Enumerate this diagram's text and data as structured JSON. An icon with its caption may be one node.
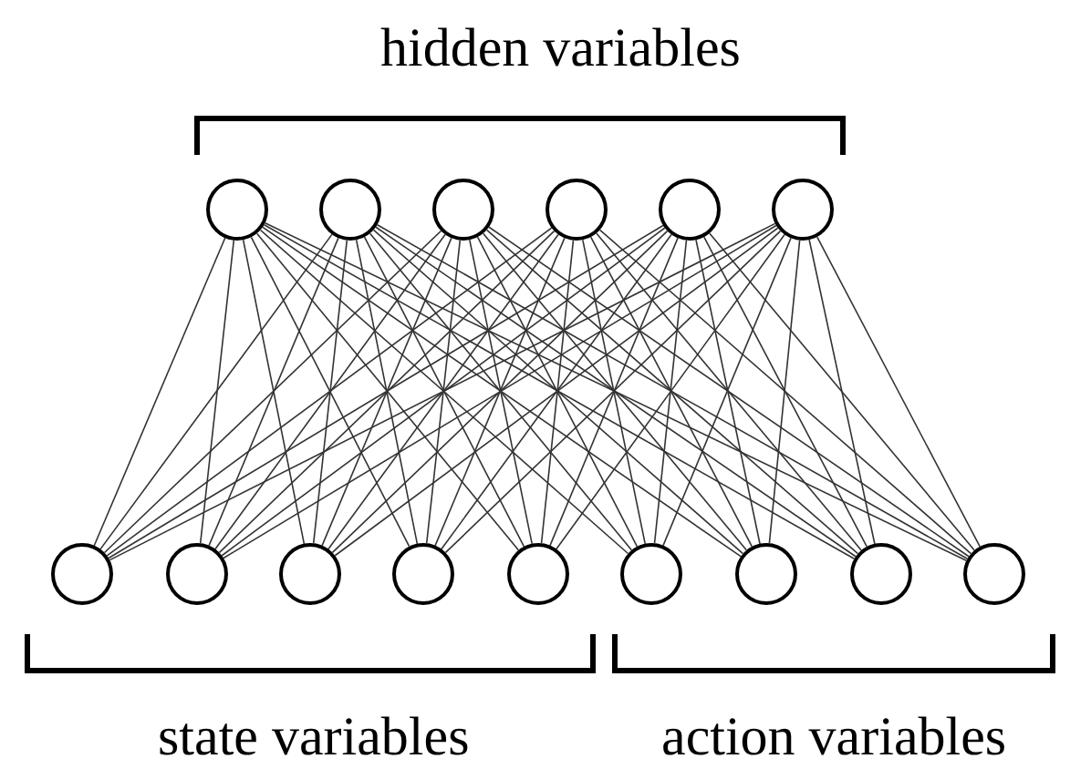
{
  "diagram": {
    "nodes": [
      {
        "text": [],
        "shape": "circle"
      },
      {
        "text": [],
        "shape": "circle"
      },
      {
        "text": [],
        "shape": "circle"
      },
      {
        "text": [],
        "shape": "circle"
      },
      {
        "text": [],
        "shape": "circle"
      },
      {
        "text": [],
        "shape": "circle"
      },
      {
        "text": [],
        "shape": "circle"
      },
      {
        "text": [],
        "shape": "circle"
      },
      {
        "text": [],
        "shape": "circle"
      },
      {
        "text": [],
        "shape": "circle"
      },
      {
        "text": [],
        "shape": "circle"
      },
      {
        "text": [],
        "shape": "circle"
      },
      {
        "text": [],
        "shape": "circle"
      },
      {
        "text": [],
        "shape": "circle"
      },
      {
        "text": [],
        "shape": "circle"
      }
    ],
    "edges": [
      {
        "from": 0,
        "to": 6,
        "arrow": "none"
      },
      {
        "from": 0,
        "to": 7,
        "arrow": "none"
      },
      {
        "from": 0,
        "to": 8,
        "arrow": "none"
      },
      {
        "from": 0,
        "to": 9,
        "arrow": "none"
      },
      {
        "from": 0,
        "to": 10,
        "arrow": "none"
      },
      {
        "from": 0,
        "to": 11,
        "arrow": "none"
      },
      {
        "from": 0,
        "to": 12,
        "arrow": "none"
      },
      {
        "from": 0,
        "to": 13,
        "arrow": "none"
      },
      {
        "from": 0,
        "to": 14,
        "arrow": "none"
      },
      {
        "from": 1,
        "to": 6,
        "arrow": "none"
      },
      {
        "from": 1,
        "to": 7,
        "arrow": "none"
      },
      {
        "from": 1,
        "to": 8,
        "arrow": "none"
      },
      {
        "from": 1,
        "to": 9,
        "arrow": "none"
      },
      {
        "from": 1,
        "to": 10,
        "arrow": "none"
      },
      {
        "from": 1,
        "to": 11,
        "arrow": "none"
      },
      {
        "from": 1,
        "to": 12,
        "arrow": "none"
      },
      {
        "from": 1,
        "to": 13,
        "arrow": "none"
      },
      {
        "from": 1,
        "to": 14,
        "arrow": "none"
      },
      {
        "from": 2,
        "to": 6,
        "arrow": "none"
      },
      {
        "from": 2,
        "to": 7,
        "arrow": "none"
      },
      {
        "from": 2,
        "to": 8,
        "arrow": "none"
      },
      {
        "from": 2,
        "to": 9,
        "arrow": "none"
      },
      {
        "from": 2,
        "to": 10,
        "arrow": "none"
      },
      {
        "from": 2,
        "to": 11,
        "arrow": "none"
      },
      {
        "from": 2,
        "to": 12,
        "arrow": "none"
      },
      {
        "from": 2,
        "to": 13,
        "arrow": "none"
      },
      {
        "from": 2,
        "to": 14,
        "arrow": "none"
      },
      {
        "from": 3,
        "to": 6,
        "arrow": "none"
      },
      {
        "from": 3,
        "to": 7,
        "arrow": "none"
      },
      {
        "from": 3,
        "to": 8,
        "arrow": "none"
      },
      {
        "from": 3,
        "to": 9,
        "arrow": "none"
      },
      {
        "from": 3,
        "to": 10,
        "arrow": "none"
      },
      {
        "from": 3,
        "to": 11,
        "arrow": "none"
      },
      {
        "from": 3,
        "to": 12,
        "arrow": "none"
      },
      {
        "from": 3,
        "to": 13,
        "arrow": "none"
      },
      {
        "from": 3,
        "to": 14,
        "arrow": "none"
      },
      {
        "from": 4,
        "to": 6,
        "arrow": "none"
      },
      {
        "from": 4,
        "to": 7,
        "arrow": "none"
      },
      {
        "from": 4,
        "to": 8,
        "arrow": "none"
      },
      {
        "from": 4,
        "to": 9,
        "arrow": "none"
      },
      {
        "from": 4,
        "to": 10,
        "arrow": "none"
      },
      {
        "from": 4,
        "to": 11,
        "arrow": "none"
      },
      {
        "from": 4,
        "to": 12,
        "arrow": "none"
      },
      {
        "from": 4,
        "to": 13,
        "arrow": "none"
      },
      {
        "from": 4,
        "to": 14,
        "arrow": "none"
      },
      {
        "from": 5,
        "to": 6,
        "arrow": "none"
      },
      {
        "from": 5,
        "to": 7,
        "arrow": "none"
      },
      {
        "from": 5,
        "to": 8,
        "arrow": "none"
      },
      {
        "from": 5,
        "to": 9,
        "arrow": "none"
      },
      {
        "from": 5,
        "to": 10,
        "arrow": "none"
      },
      {
        "from": 5,
        "to": 11,
        "arrow": "none"
      },
      {
        "from": 5,
        "to": 12,
        "arrow": "none"
      },
      {
        "from": 5,
        "to": 13,
        "arrow": "none"
      },
      {
        "from": 5,
        "to": 14,
        "arrow": "none"
      }
    ],
    "labels": [
      "hidden variables",
      "state variables",
      "action variables"
    ]
  }
}
